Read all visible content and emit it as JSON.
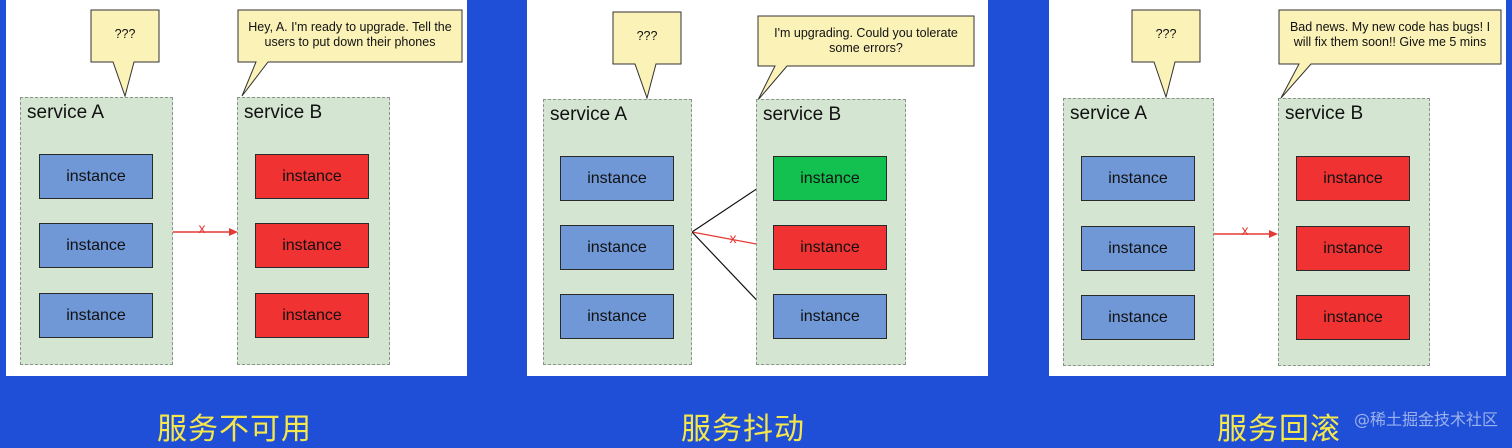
{
  "panels": [
    {
      "caption": "服务不可用",
      "bubble_a": "???",
      "bubble_b": "Hey, A. I'm ready to upgrade. Tell the users to put down their phones",
      "service_a": {
        "label": "service A",
        "instances": [
          {
            "label": "instance",
            "color": "#7098d6"
          },
          {
            "label": "instance",
            "color": "#7098d6"
          },
          {
            "label": "instance",
            "color": "#7098d6"
          }
        ]
      },
      "service_b": {
        "label": "service B",
        "instances": [
          {
            "label": "instance",
            "color": "#f03232"
          },
          {
            "label": "instance",
            "color": "#f03232"
          },
          {
            "label": "instance",
            "color": "#f03232"
          }
        ]
      },
      "connection_mark": "x"
    },
    {
      "caption": "服务抖动",
      "bubble_a": "???",
      "bubble_b": "I'm upgrading. Could you tolerate some errors?",
      "service_a": {
        "label": "service A",
        "instances": [
          {
            "label": "instance",
            "color": "#7098d6"
          },
          {
            "label": "instance",
            "color": "#7098d6"
          },
          {
            "label": "instance",
            "color": "#7098d6"
          }
        ]
      },
      "service_b": {
        "label": "service B",
        "instances": [
          {
            "label": "instance",
            "color": "#13c150"
          },
          {
            "label": "instance",
            "color": "#f03232"
          },
          {
            "label": "instance",
            "color": "#7098d6"
          }
        ]
      },
      "connection_mark": "x"
    },
    {
      "caption": "服务回滚",
      "bubble_a": "???",
      "bubble_b": "Bad news. My new code has bugs! I will fix them soon!! Give me 5 mins",
      "service_a": {
        "label": "service A",
        "instances": [
          {
            "label": "instance",
            "color": "#7098d6"
          },
          {
            "label": "instance",
            "color": "#7098d6"
          },
          {
            "label": "instance",
            "color": "#7098d6"
          }
        ]
      },
      "service_b": {
        "label": "service B",
        "instances": [
          {
            "label": "instance",
            "color": "#f03232"
          },
          {
            "label": "instance",
            "color": "#f03232"
          },
          {
            "label": "instance",
            "color": "#f03232"
          }
        ]
      },
      "connection_mark": "x"
    }
  ],
  "watermark": "@稀土掘金技术社区",
  "colors": {
    "background": "#1f4fd6",
    "caption": "#f6e84a",
    "service_box": "#d4e6d2",
    "bubble": "#fbf2b8",
    "error_arrow": "#e53935"
  }
}
